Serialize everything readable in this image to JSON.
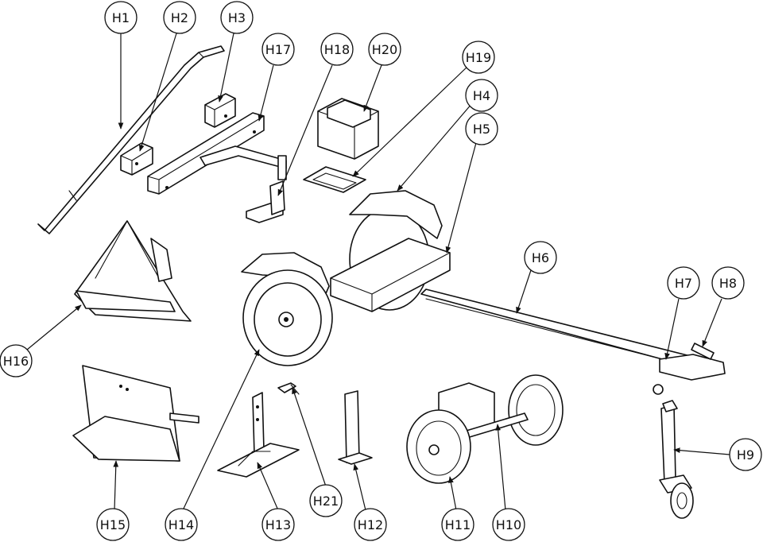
{
  "callouts": [
    {
      "id": "h1",
      "label": "H1"
    },
    {
      "id": "h2",
      "label": "H2"
    },
    {
      "id": "h3",
      "label": "H3"
    },
    {
      "id": "h4",
      "label": "H4"
    },
    {
      "id": "h5",
      "label": "H5"
    },
    {
      "id": "h6",
      "label": "H6"
    },
    {
      "id": "h7",
      "label": "H7"
    },
    {
      "id": "h8",
      "label": "H8"
    },
    {
      "id": "h9",
      "label": "H9"
    },
    {
      "id": "h10",
      "label": "H10"
    },
    {
      "id": "h11",
      "label": "H11"
    },
    {
      "id": "h12",
      "label": "H12"
    },
    {
      "id": "h13",
      "label": "H13"
    },
    {
      "id": "h14",
      "label": "H14"
    },
    {
      "id": "h15",
      "label": "H15"
    },
    {
      "id": "h16",
      "label": "H16"
    },
    {
      "id": "h17",
      "label": "H17"
    },
    {
      "id": "h18",
      "label": "H18"
    },
    {
      "id": "h19",
      "label": "H19"
    },
    {
      "id": "h20",
      "label": "H20"
    },
    {
      "id": "h21",
      "label": "H21"
    }
  ]
}
